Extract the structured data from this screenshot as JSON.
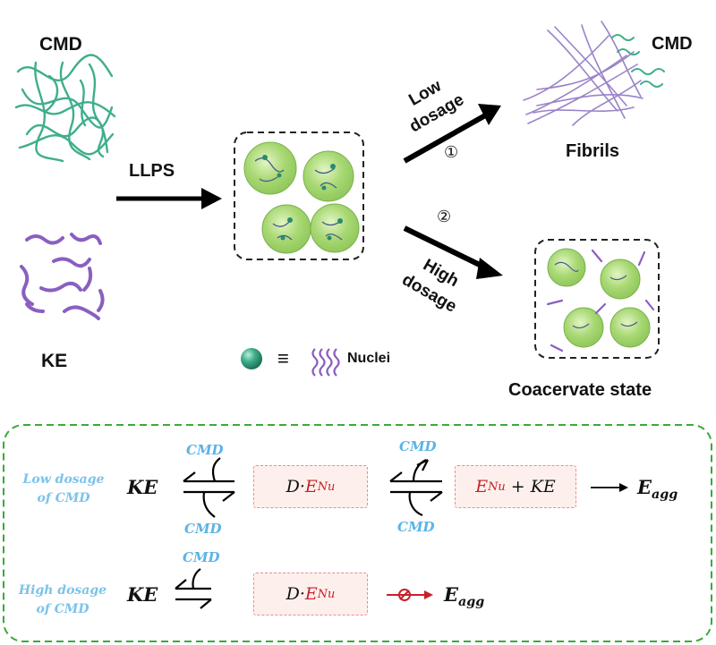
{
  "top": {
    "cmd_label": "CMD",
    "ke_label": "KE",
    "llps_label": "LLPS",
    "low_label_1": "Low",
    "low_label_2": "dosage",
    "high_label_1": "High",
    "high_label_2": "dosage",
    "path1_marker": "①",
    "path2_marker": "②",
    "fibrils_label": "Fibrils",
    "fibrils_cmd_label": "CMD",
    "coacervate_label": "Coacervate state",
    "legend_equiv": "≡",
    "legend_nuclei": "Nuclei"
  },
  "bottom": {
    "low_row": {
      "label_1": "Low dosage",
      "label_2": "of CMD",
      "ke": "KE",
      "cmd_top_1": "CMD",
      "cmd_bottom_1": "CMD",
      "complex_d": "D·",
      "complex_e": "E",
      "complex_sub": "Nu",
      "cmd_top_2": "CMD",
      "cmd_bottom_2": "CMD",
      "prod_e": "E",
      "prod_sub": "Nu",
      "prod_plus": " + KE",
      "agg_e": "E",
      "agg_sub": "agg"
    },
    "high_row": {
      "label_1": "High dosage",
      "label_2": "of CMD",
      "ke": "KE",
      "cmd_top": "CMD",
      "complex_d": "D·",
      "complex_e": "E",
      "complex_sub": "Nu",
      "agg_e": "E",
      "agg_sub": "agg"
    }
  },
  "colors": {
    "cmd_green": "#3fae8c",
    "ke_purple": "#8a5fc0",
    "droplet_green": "#9ed46a",
    "panel_border": "#3aaa3a",
    "label_blue": "#7cc3ea",
    "red": "#c8202a"
  }
}
